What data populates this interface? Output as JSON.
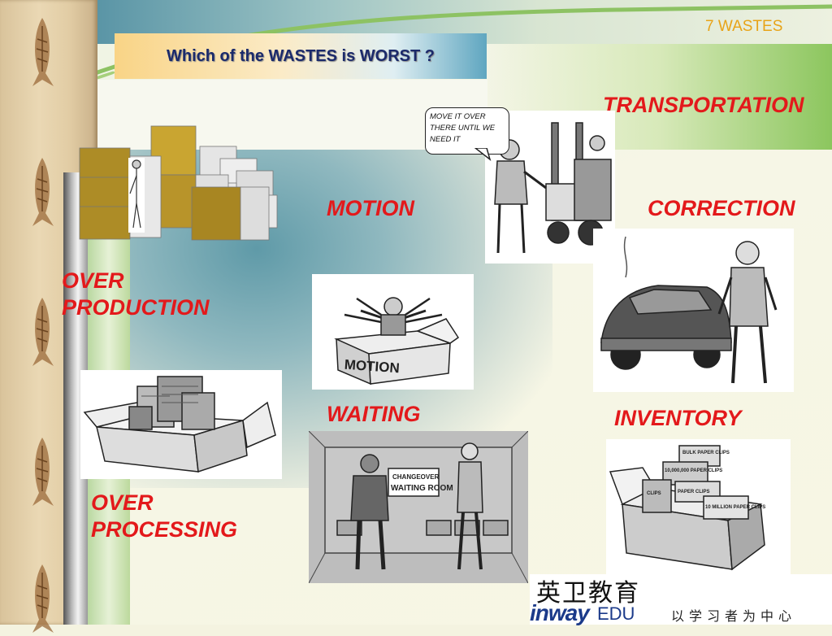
{
  "slide": {
    "label": "7 WASTES",
    "title": "Which of the WASTES is WORST ?"
  },
  "wastes": {
    "transportation": "TRANSPORTATION",
    "motion": "MOTION",
    "correction": "CORRECTION",
    "over_production": [
      "OVER",
      "PRODUCTION"
    ],
    "waiting": "WAITING",
    "inventory": "INVENTORY",
    "over_processing": [
      "OVER",
      "PROCESSING"
    ]
  },
  "bubble": {
    "lines": [
      "MOVE IT OVER",
      "THERE UNTIL WE",
      "NEED IT"
    ]
  },
  "illustrations": {
    "motion_box_text": "MOTION",
    "waiting_room_sign": [
      "CHANGEOVER",
      "WAITING ROOM"
    ],
    "inventory_labels": [
      "BULK PAPER CLIPS",
      "10,000,000 PAPER CLIPS",
      "CLIPS",
      "PAPER CLIPS",
      "10 MILLION PAPER CLIPS"
    ]
  },
  "logo": {
    "chinese": "英卫教育",
    "brand": "inway",
    "edu": "EDU",
    "slogan": "以学习者为中心"
  },
  "colors": {
    "label_red": "#e3191b",
    "title_blue": "#1b2a6b",
    "slide_label_orange": "#e8a317",
    "logo_blue": "#1b3a8a"
  }
}
